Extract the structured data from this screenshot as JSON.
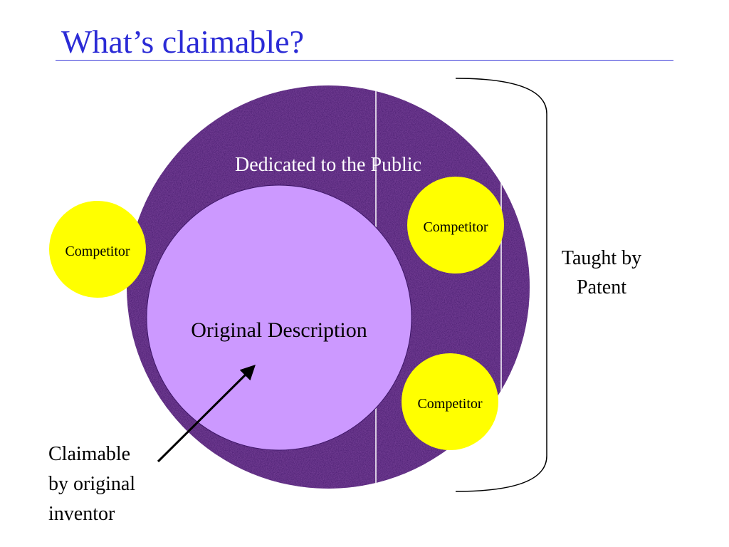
{
  "title": "What’s claimable?",
  "diagram": {
    "outer_region_label": "Dedicated to the Public",
    "inner_region_label": "Original Description",
    "competitors": [
      "Competitor",
      "Competitor",
      "Competitor"
    ],
    "bracket_label_line1": "Taught by",
    "bracket_label_line2": "Patent",
    "arrow_label_lines": [
      "Claimable",
      "by original",
      "inventor"
    ]
  },
  "colors": {
    "title": "#2b2bd6",
    "outer_circle": "#3d1568",
    "inner_circle": "#cc99ff",
    "competitor": "#ffff00",
    "arrow": "#000000"
  }
}
